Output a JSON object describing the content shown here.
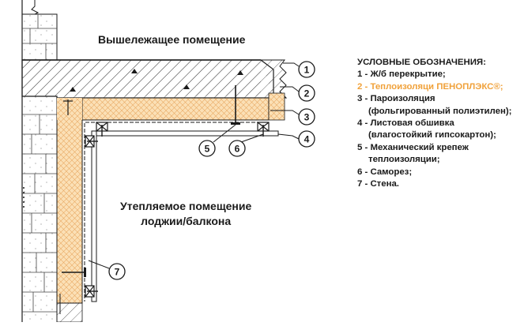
{
  "labels": {
    "room_above": "Вышележащее помещение",
    "room_insulated_line1": "Утепляемое помещение",
    "room_insulated_line2": "лоджии/балкона"
  },
  "callouts": [
    "1",
    "2",
    "3",
    "4",
    "5",
    "6",
    "7"
  ],
  "legend": {
    "title": "УСЛОВНЫЕ ОБОЗНАЧЕНИЯ:",
    "items": [
      {
        "lines": [
          "1 - Ж/б перекрытие;"
        ]
      },
      {
        "lines": [
          "2 - Теплоизоляци ПЕНОПЛЭКС®;"
        ],
        "highlight": true
      },
      {
        "lines": [
          "3 - Пароизоляция",
          "(фольгированный полиэтилен);"
        ]
      },
      {
        "lines": [
          "4 - Листовая обшивка",
          "(влагостойкий гипсокартон);"
        ]
      },
      {
        "lines": [
          "5 - Механический крепеж",
          "теплоизоляции;"
        ]
      },
      {
        "lines": [
          "6 - Саморез;"
        ]
      },
      {
        "lines": [
          "7 - Стена."
        ]
      }
    ]
  },
  "colors": {
    "insulation": "#fbe0b6",
    "insulation_hatch": "#e9a860",
    "highlight_text": "#f0a13a",
    "line": "#1a1a1a",
    "concrete_fill": "#ffffff"
  }
}
